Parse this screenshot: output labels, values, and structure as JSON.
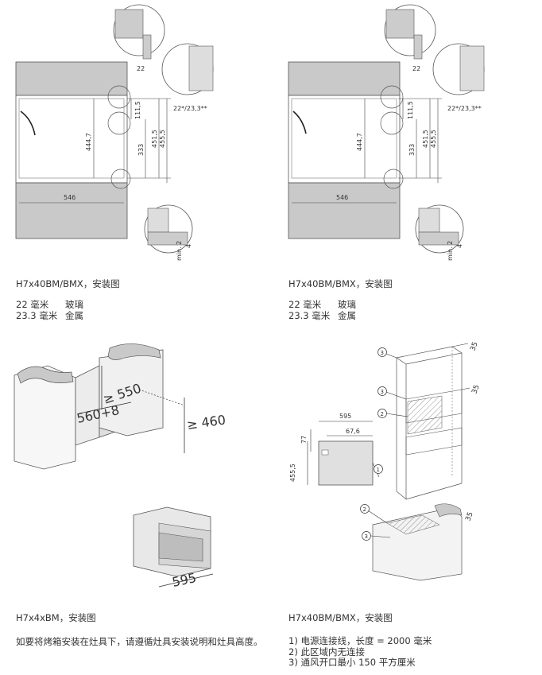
{
  "panels": {
    "tl": {
      "caption": "H7x40BM/BMX，安装图",
      "notes": [
        {
          "value": "22 毫米",
          "material": "玻璃"
        },
        {
          "value": "23.3 毫米",
          "material": "金属"
        }
      ],
      "dims": {
        "gap": "22",
        "gap2": "22*/23,3**",
        "h1": "111,5",
        "h2": "444,7",
        "h3": "333",
        "h4": "451,5",
        "h5": "455,5",
        "w": "546",
        "min": "min. 2",
        "four": "4"
      }
    },
    "tr": {
      "caption": "H7x40BM/BMX，安装图",
      "notes": [
        {
          "value": "22 毫米",
          "material": "玻璃"
        },
        {
          "value": "23.3 毫米",
          "material": "金属"
        }
      ],
      "dims": {
        "gap": "22",
        "gap2": "22*/23,3**",
        "h1": "111,5",
        "h2": "444,7",
        "h3": "333",
        "h4": "451,5",
        "h5": "455,5",
        "w": "546",
        "min": "min. 2",
        "four": "4"
      }
    },
    "bl": {
      "caption": "H7x4xBM，安装图",
      "paragraph": "如要将烤箱安装在灶具下，请遵循灶具安装说明和灶具高度。",
      "dims": {
        "ge550": "≥ 550",
        "w560": "560+8",
        "ge460": "≥ 460",
        "w595": "595"
      }
    },
    "br": {
      "caption": "H7x40BM/BMX，安装图",
      "notes": [
        "1) 电源连接线，长度 = 2000 毫米",
        "2) 此区域内无连接",
        "3) 通风开口最小 150 平方厘米"
      ],
      "dims": {
        "d35a": "35",
        "d35b": "35",
        "d35c": "35",
        "w595": "595",
        "w676": "67,6",
        "h77": "77",
        "h4555": "455,5",
        "m1": "1",
        "m2": "2",
        "m3": "3"
      }
    }
  }
}
